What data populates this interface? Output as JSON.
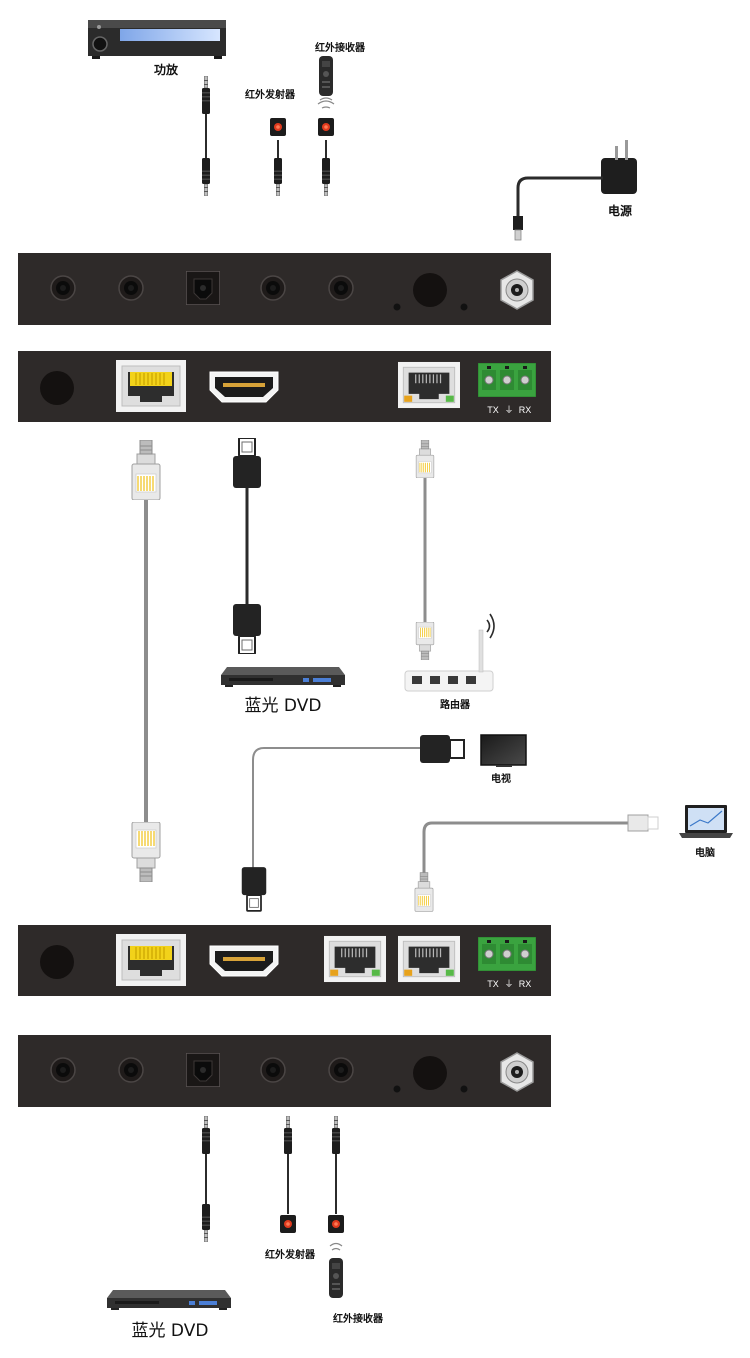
{
  "labels": {
    "amplifier": "功放",
    "ir_emitter_top": "红外发射器",
    "ir_receiver_top": "红外接收器",
    "power": "电源",
    "bluray_top": "蓝光 DVD",
    "router": "路由器",
    "tv": "电视",
    "computer": "电脑",
    "ir_emitter_bottom": "红外发射器",
    "ir_receiver_bottom": "红外接收器",
    "bluray_bottom": "蓝光 DVD"
  },
  "terminal": {
    "tx": "TX",
    "gnd": "⏚",
    "rx": "RX"
  },
  "colors": {
    "panel": "#2e2a29",
    "cable": "#2b2b2b",
    "network_cable": "#8d8d8d",
    "terminal_green": "#3aa33f",
    "rj45_yellow": "#f2d21a",
    "led_amber": "#e7a21c",
    "led_green": "#57b947",
    "ir_red": "#e03a1e"
  }
}
